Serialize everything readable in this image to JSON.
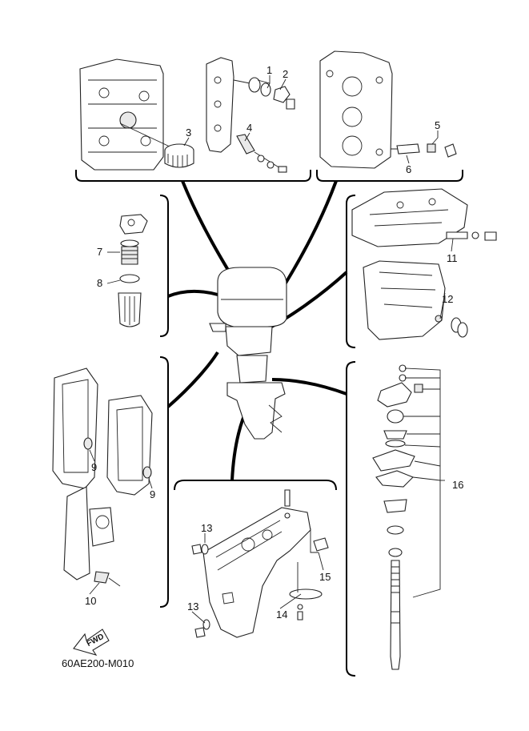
{
  "callouts": [
    "1",
    "2",
    "3",
    "4",
    "5",
    "6",
    "7",
    "8",
    "9",
    "9",
    "10",
    "11",
    "12",
    "13",
    "13",
    "14",
    "15",
    "16"
  ],
  "diagram_code": "60AE200-M010",
  "fwd_label": "FWD"
}
